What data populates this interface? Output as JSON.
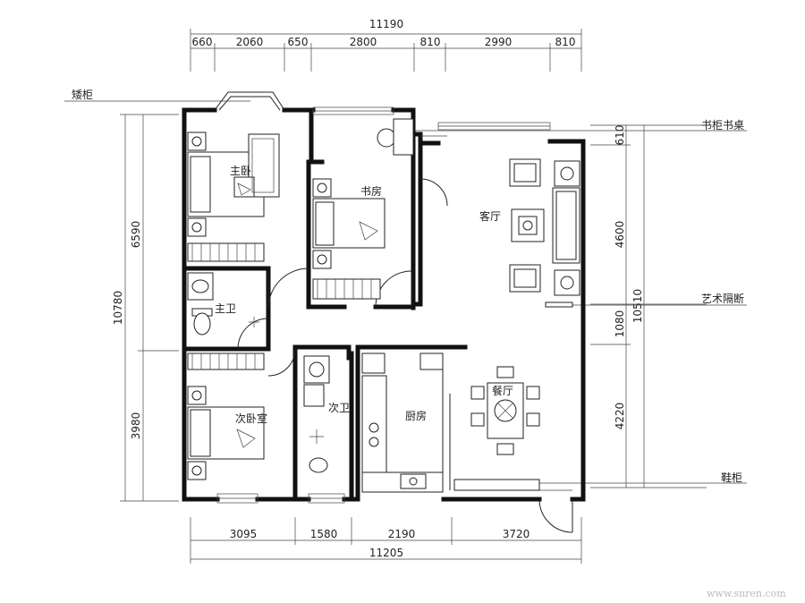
{
  "plan": {
    "rooms": {
      "master_bedroom": "主卧",
      "master_bath": "主卫",
      "second_bedroom": "次卧室",
      "second_bath": "次卫",
      "study": "书房",
      "living_room": "客厅",
      "dining_room": "餐厅",
      "kitchen": "厨房"
    },
    "callouts": {
      "low_cabinet": "矮柜",
      "bookcase_desk": "书柜书桌",
      "partition": "艺术隔断",
      "shoe_cabinet": "鞋柜"
    },
    "dims_top": {
      "total": "11190",
      "segments": [
        "660",
        "2060",
        "650",
        "2800",
        "810",
        "2990",
        "810"
      ]
    },
    "dims_bottom": {
      "total": "11205",
      "segments": [
        "3095",
        "1580",
        "2190",
        "3720"
      ]
    },
    "dims_left": {
      "total": "10780",
      "segments": [
        "6590",
        "3980"
      ]
    },
    "dims_right": {
      "total": "10510",
      "segments": [
        "610",
        "4600",
        "1080",
        "4220"
      ]
    },
    "watermark": "www.snren.com"
  }
}
